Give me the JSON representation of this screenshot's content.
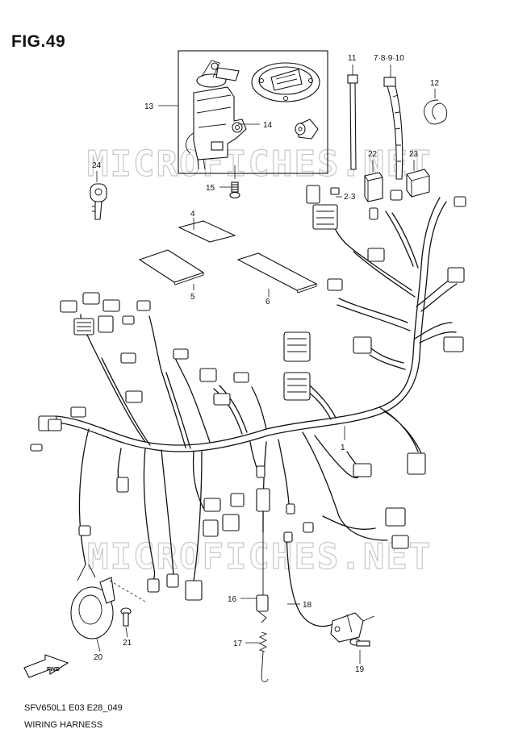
{
  "figure": {
    "title": "FIG.49",
    "code": "SFV650L1 E03 E28_049",
    "caption": "WIRING HARNESS",
    "watermark": "MICROFICHES.NET",
    "direction_marker": "FWD"
  },
  "callouts": {
    "c1": "1",
    "c23": "2·3",
    "c4": "4",
    "c5": "5",
    "c6": "6",
    "c78910": "7·8·9·10",
    "c11": "11",
    "c12": "12",
    "c13": "13",
    "c14": "14",
    "c15": "15",
    "c16": "16",
    "c17": "17",
    "c18": "18",
    "c19": "19",
    "c20": "20",
    "c21": "21",
    "c22": "22",
    "c23b": "23",
    "c24": "24"
  }
}
